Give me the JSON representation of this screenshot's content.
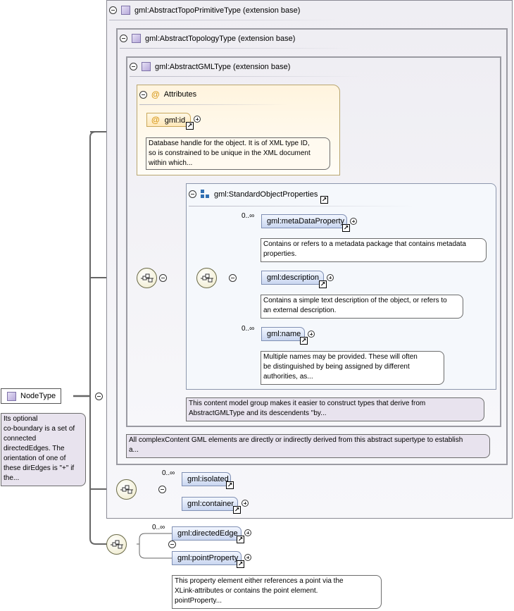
{
  "root": {
    "name": "NodeType",
    "doc": [
      "Its optional",
      "co-boundary is a set of",
      "connected",
      "directedEdges. The",
      "orientation of one of",
      "these dirEdges is \"+\" if",
      "the..."
    ]
  },
  "extensions": {
    "topo_primitive": "gml:AbstractTopoPrimitiveType (extension base)",
    "topology": "gml:AbstractTopologyType (extension base)",
    "gml_type": "gml:AbstractGMLType (extension base)",
    "gml_type_doc": [
      "All complexContent GML elements are directly or indirectly derived from this abstract supertype to establish",
      "a..."
    ]
  },
  "attributes": {
    "title": "Attributes",
    "id_name": "gml:id",
    "id_doc": [
      "Database handle for the object. It is of XML type ID,",
      "so is constrained to be unique in the XML document",
      "within which..."
    ]
  },
  "standard_group": {
    "title": "gml:StandardObjectProperties",
    "doc": [
      "This content model group makes it easier to construct types that derive from",
      "AbstractGMLType and its descendents \"by..."
    ],
    "elements": [
      {
        "name": "gml:metaDataProperty",
        "occurs": "0..∞",
        "doc": [
          "Contains or refers to a metadata package that contains metadata",
          "properties."
        ]
      },
      {
        "name": "gml:description",
        "occurs": "",
        "doc": [
          "Contains a simple text description of the object, or refers to",
          "an external description."
        ]
      },
      {
        "name": "gml:name",
        "occurs": "0..∞",
        "doc": [
          "Multiple names may be provided. These will often",
          "be distinguished by being assigned by different",
          "authorities, as..."
        ]
      }
    ]
  },
  "topo_elements": [
    {
      "name": "gml:isolated",
      "occurs": "0..∞"
    },
    {
      "name": "gml:container",
      "occurs": ""
    }
  ],
  "node_elements": [
    {
      "name": "gml:directedEdge",
      "occurs": "0..∞"
    },
    {
      "name": "gml:pointProperty",
      "occurs": "",
      "doc": [
        "This property element either references a point via the",
        "XLink-attributes or contains the point element.",
        "pointProperty..."
      ]
    }
  ],
  "colors": {
    "type_icon": "#b7a9da",
    "element_fill": "#c9d6f0",
    "attribute_fill": "#fff4de",
    "group_icon": "#2f6fb3",
    "annotation_lilac": "#e8e3ee"
  },
  "icons": {
    "type": "complex-type-icon",
    "attribute": "at-icon",
    "sequence": "sequence-icon",
    "group": "group-icon",
    "link": "link-arrow-icon",
    "expand": "plus-icon",
    "collapse": "minus-icon"
  }
}
